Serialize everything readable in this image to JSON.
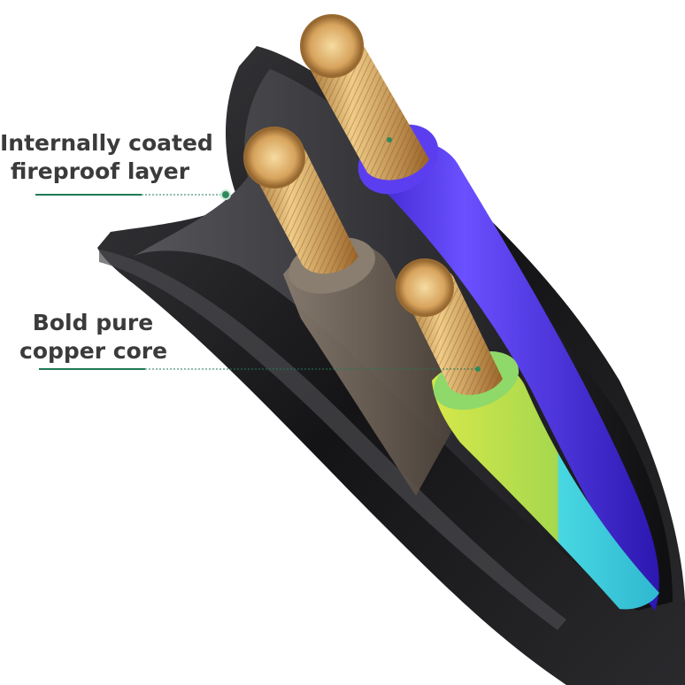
{
  "labels": {
    "fireproof_line1": "Internally coated",
    "fireproof_line2": "fireproof layer",
    "copper_line1": "Bold pure",
    "copper_line2": "copper core"
  },
  "colors": {
    "callout_line": "#1f7a55",
    "callout_dot": "#2e8a5c",
    "sheath": "#1c1c1e",
    "wire_blue": "#4a2ee0",
    "wire_brown": "#6e6357",
    "wire_green_yellow": "#b9d84a",
    "wire_cyan": "#3fd3df",
    "copper": "#d9a35a"
  }
}
